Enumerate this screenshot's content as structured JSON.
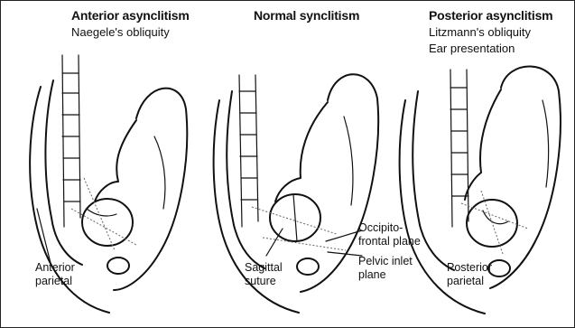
{
  "panels": [
    {
      "title": "Anterior asynclitism",
      "subtitles": [
        "Naegele's obliquity"
      ],
      "labels": [
        {
          "lines": [
            "Anterior",
            "parietal"
          ]
        }
      ]
    },
    {
      "title": "Normal synclitism",
      "subtitles": [],
      "labels": [
        {
          "lines": [
            "Sagittal",
            "suture"
          ]
        },
        {
          "lines": [
            "Occipito-",
            "frontal plane"
          ]
        },
        {
          "lines": [
            "Pelvic inlet",
            "plane"
          ]
        }
      ]
    },
    {
      "title": "Posterior asynclitism",
      "subtitles": [
        "Litzmann's obliquity",
        "Ear presentation"
      ],
      "labels": [
        {
          "lines": [
            "Posterior",
            "parietal"
          ]
        }
      ]
    }
  ]
}
